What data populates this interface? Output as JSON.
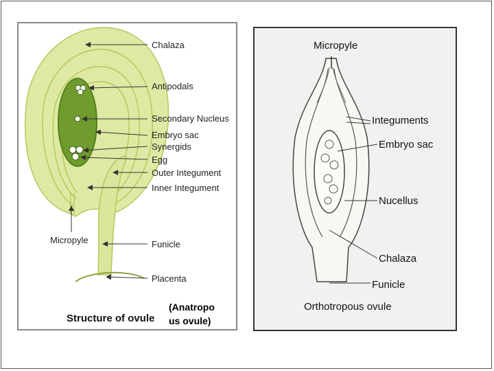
{
  "left_diagram": {
    "labels": {
      "chalaza": "Chalaza",
      "antipodals": "Antipodals",
      "secondary_nucleus": "Secondary Nucleus",
      "embryo_sac": "Embryo sac",
      "synergids": "Synergids",
      "egg": "Egg",
      "outer_integument": "Outer Integument",
      "inner_integument": "Inner Integument",
      "micropyle": "Micropyle",
      "funicle": "Funicle",
      "placenta": "Placenta"
    },
    "title": "Structure of ovule",
    "caption_line1": "(Anatropo",
    "caption_line2": "us  ovule)"
  },
  "right_diagram": {
    "labels": {
      "micropyle": "Micropyle",
      "integuments": "Integuments",
      "embryo_sac": "Embryo sac",
      "nucellus": "Nucellus",
      "chalaza": "Chalaza",
      "funicle": "Funicle"
    },
    "title": "Orthotropous ovule"
  },
  "colors": {
    "ovule_fill": "#dfe9a4",
    "integument_line": "#b6c85c",
    "embryo_sac_fill": "#6f9c2c",
    "funicle_fill": "#dbe69c"
  }
}
